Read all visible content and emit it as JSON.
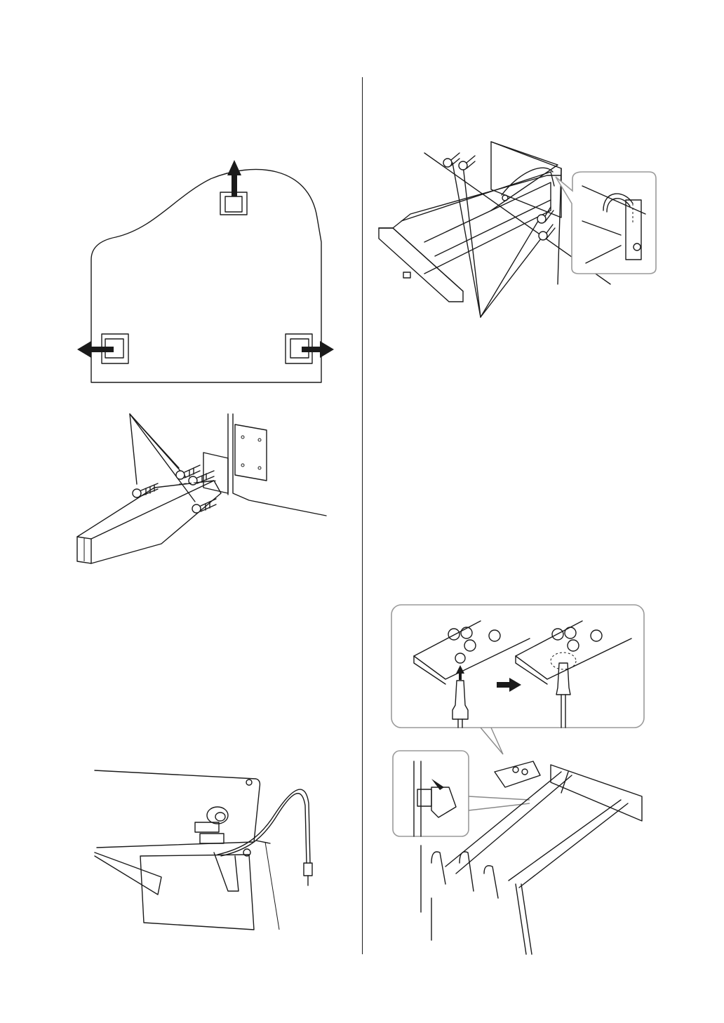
{
  "figures": [
    {
      "id": "fig-piano-layout",
      "icons": [
        "arrow-up-icon",
        "arrow-left-icon",
        "arrow-right-icon"
      ]
    },
    {
      "id": "fig-leg-attach",
      "icons": [
        "screw-icon"
      ]
    },
    {
      "id": "fig-cable-tie",
      "icons": [
        "cable-icon"
      ]
    },
    {
      "id": "fig-pedal-screws",
      "icons": [
        "screw-icon",
        "zoom-callout-icon"
      ]
    },
    {
      "id": "fig-pedal-connect",
      "icons": [
        "plug-icon",
        "arrow-right-icon",
        "cable-holder-icon"
      ]
    }
  ],
  "colors": {
    "line": "#1a1a1a",
    "panel_border": "#9a9a9a",
    "background": "#ffffff"
  }
}
